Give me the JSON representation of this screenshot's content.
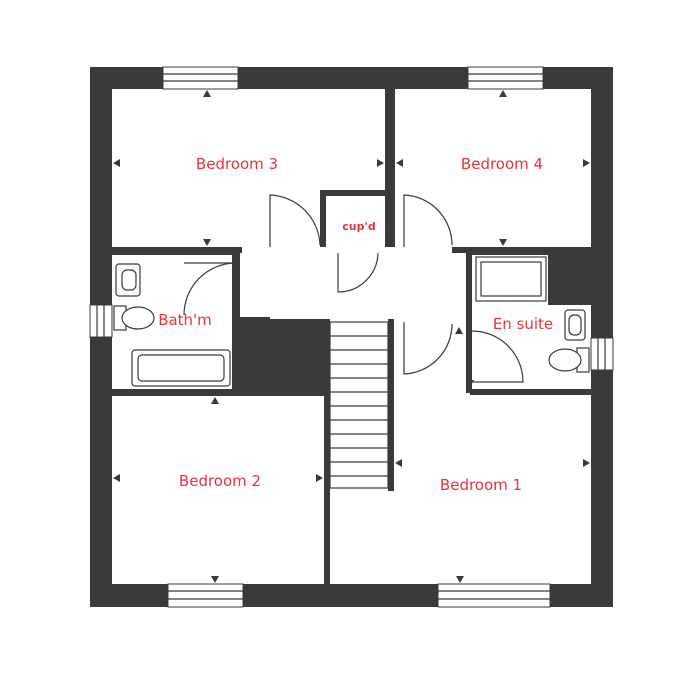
{
  "rooms": {
    "bedroom3": "Bedroom 3",
    "bedroom4": "Bedroom 4",
    "cupboard": "cup'd",
    "bathroom": "Bath'm",
    "ensuite": "En suite",
    "bedroom2": "Bedroom 2",
    "bedroom1": "Bedroom 1"
  },
  "colors": {
    "wall": "#3a3a3c",
    "label": "#e8323c",
    "floor": "#ffffff"
  }
}
